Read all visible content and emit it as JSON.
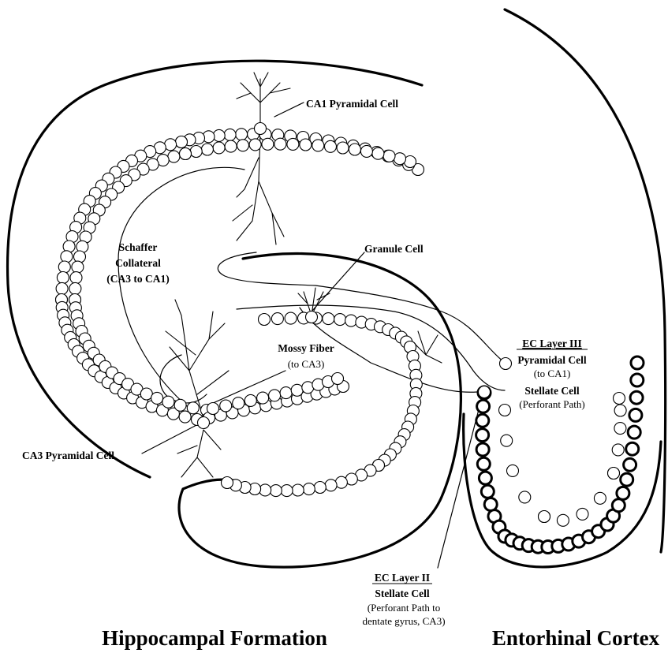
{
  "labels": {
    "ca1": "CA1 Pyramidal Cell",
    "schaffer1": "Schaffer",
    "schaffer2": "Collateral",
    "schaffer3": "(CA3 to CA1)",
    "granule": "Granule Cell",
    "mossy1": "Mossy Fiber",
    "mossy2": "(to CA3)",
    "ec3_head": "EC Layer III",
    "ec3_cell": "Pyramidal Cell",
    "ec3_note": "(to CA1)",
    "ec3_stellate": "Stellate Cell",
    "ec3_stellate_note": "(Perforant Path)",
    "ca3": "CA3 Pyramidal Cell",
    "ec2_head": "EC Layer II",
    "ec2_cell": "Stellate Cell",
    "ec2_note1": "(Perforant Path to",
    "ec2_note2": "dentate gyrus, CA3)"
  },
  "titles": {
    "left": "Hippocampal Formation",
    "right": "Entorhinal Cortex"
  }
}
